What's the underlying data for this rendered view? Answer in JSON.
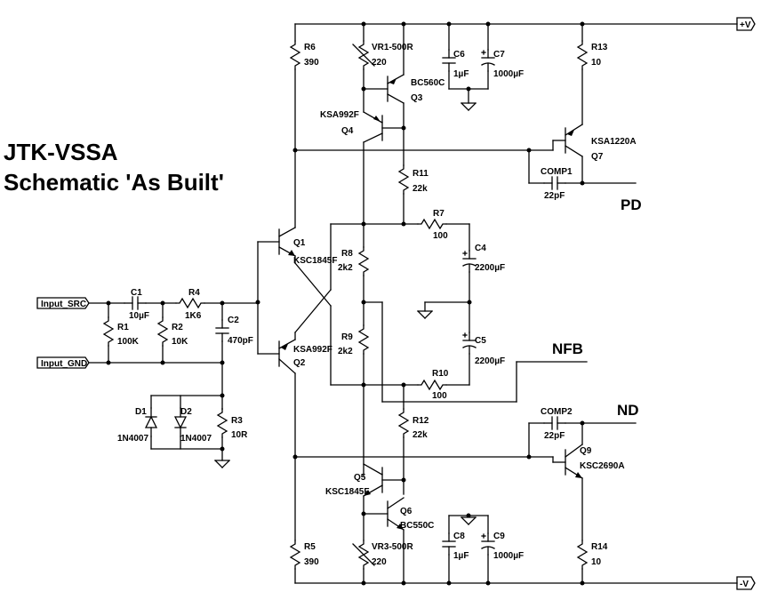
{
  "title": {
    "line1": "JTK-VSSA",
    "line2": "Schematic 'As Built'"
  },
  "ports": {
    "vplus": "+V",
    "vminus": "-V",
    "input_src": "Input_SRC",
    "input_gnd": "Input_GND"
  },
  "nets": {
    "pd": "PD",
    "nfb": "NFB",
    "nd": "ND"
  },
  "components": {
    "R6": {
      "ref": "R6",
      "value": "390"
    },
    "VR1": {
      "ref": "VR1-500R",
      "value": "220"
    },
    "C6": {
      "ref": "C6",
      "value": "1µF"
    },
    "C7": {
      "ref": "C7",
      "value": "1000µF"
    },
    "R13": {
      "ref": "R13",
      "value": "10"
    },
    "Q3": {
      "ref": "Q3",
      "part": "BC560C"
    },
    "Q4": {
      "ref": "Q4",
      "part": "KSA992F"
    },
    "Q7": {
      "ref": "Q7",
      "part": "KSA1220A"
    },
    "COMP1": {
      "ref": "COMP1",
      "value": "22pF"
    },
    "R11": {
      "ref": "R11",
      "value": "22k"
    },
    "R7": {
      "ref": "R7",
      "value": "100"
    },
    "C4": {
      "ref": "C4",
      "value": "2200µF"
    },
    "Q1": {
      "ref": "Q1",
      "part": "KSC1845F"
    },
    "R8": {
      "ref": "R8",
      "value": "2k2"
    },
    "C1": {
      "ref": "C1",
      "value": "10µF"
    },
    "R4": {
      "ref": "R4",
      "value": "1K6"
    },
    "C2": {
      "ref": "C2",
      "value": "470pF"
    },
    "R1": {
      "ref": "R1",
      "value": "100K"
    },
    "R2": {
      "ref": "R2",
      "value": "10K"
    },
    "Q2": {
      "ref": "Q2",
      "part": "KSA992F"
    },
    "R9": {
      "ref": "R9",
      "value": "2k2"
    },
    "C5": {
      "ref": "C5",
      "value": "2200µF"
    },
    "R10": {
      "ref": "R10",
      "value": "100"
    },
    "D1": {
      "ref": "D1",
      "part": "1N4007"
    },
    "D2": {
      "ref": "D2",
      "part": "1N4007"
    },
    "R3": {
      "ref": "R3",
      "value": "10R"
    },
    "COMP2": {
      "ref": "COMP2",
      "value": "22pF"
    },
    "R12": {
      "ref": "R12",
      "value": "22k"
    },
    "Q9": {
      "ref": "Q9",
      "part": "KSC2690A"
    },
    "Q5": {
      "ref": "Q5",
      "part": "KSC1845F"
    },
    "Q6": {
      "ref": "Q6",
      "part": "BC550C"
    },
    "C8": {
      "ref": "C8",
      "value": "1µF"
    },
    "C9": {
      "ref": "C9",
      "value": "1000µF"
    },
    "R5": {
      "ref": "R5",
      "value": "390"
    },
    "VR3": {
      "ref": "VR3-500R",
      "value": "220"
    },
    "R14": {
      "ref": "R14",
      "value": "10"
    }
  }
}
